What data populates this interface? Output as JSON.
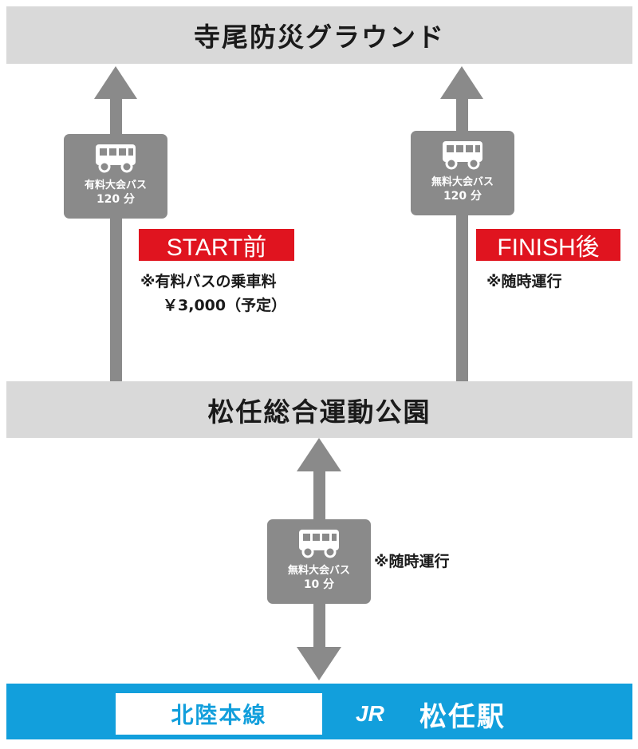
{
  "top_location": "寺尾防災グラウンド",
  "middle_location": "松任総合運動公園",
  "routes": {
    "left": {
      "bus_name": "有料大会バス",
      "bus_time": "120 分",
      "tag": "START前",
      "note_line1": "※有料バスの乗車料",
      "note_line2": "￥3,000（予定）"
    },
    "right": {
      "bus_name": "無料大会バス",
      "bus_time": "120 分",
      "tag": "FINISH後",
      "note": "※随時運行"
    },
    "bottom": {
      "bus_name": "無料大会バス",
      "bus_time": "10 分",
      "note": "※随時運行"
    }
  },
  "station": {
    "line_name": "北陸本線",
    "operator_logo": "JR",
    "station_name": "松任駅"
  },
  "colors": {
    "bar_gray": "#d9d9d9",
    "arrow_gray": "#8a8a8a",
    "tag_red": "#e0141f",
    "station_blue": "#129fdc"
  }
}
